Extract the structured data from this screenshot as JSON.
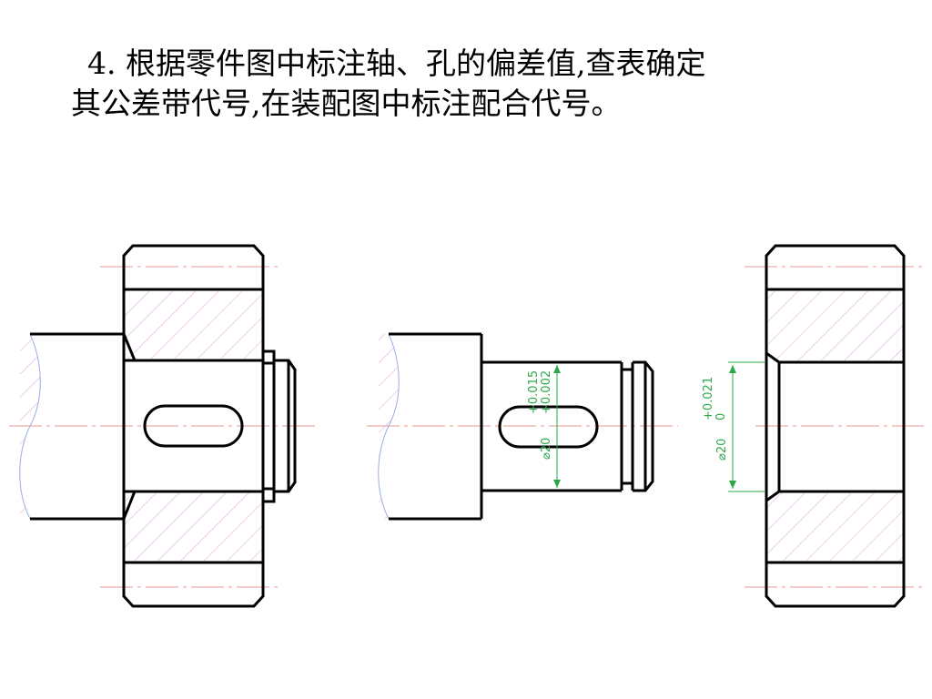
{
  "question": {
    "line1": "4. 根据零件图中标注轴、孔的偏差值,查表确定",
    "line2": "其公差带代号,在装配图中标注配合代号。"
  },
  "shaft_dimension": {
    "nominal": "⌀20",
    "upper_deviation": "+0.015",
    "lower_deviation": "+0.002"
  },
  "hole_dimension": {
    "nominal": "⌀20",
    "upper_deviation": "+0.021",
    "lower_deviation": "0"
  },
  "colors": {
    "outline": "#000000",
    "hatch": "#e0a0e0",
    "centerline": "#e89a9a",
    "break_line": "#9aaee8",
    "dimension": "#2aa84a"
  }
}
